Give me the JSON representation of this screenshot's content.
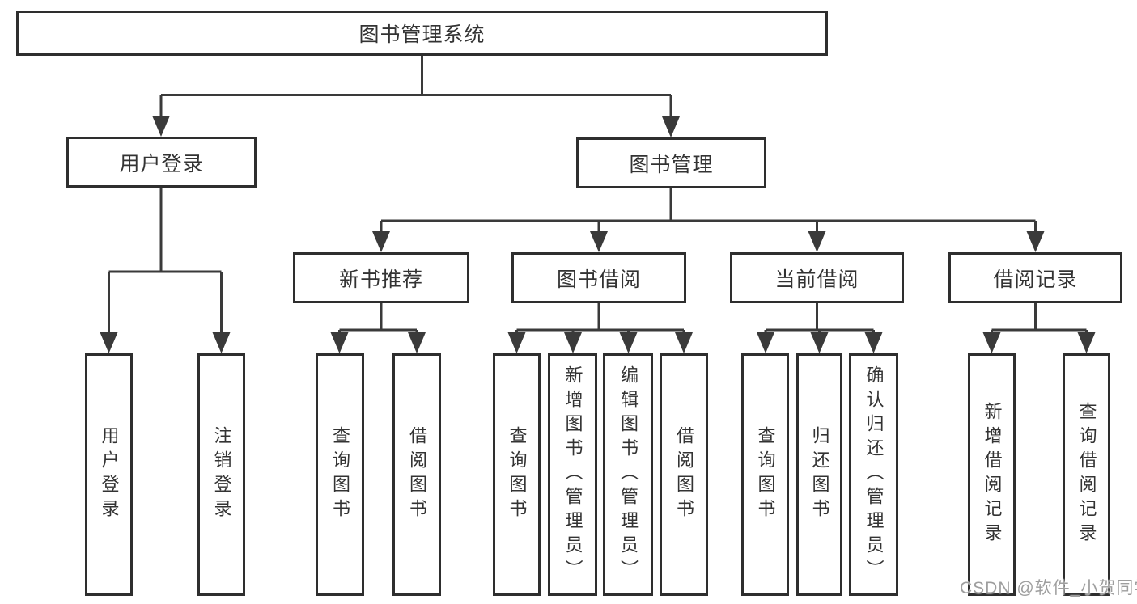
{
  "tree": {
    "root": {
      "label": "图书管理系统"
    },
    "branches": [
      {
        "label": "用户登录",
        "children": [
          {
            "label": "用户登录"
          },
          {
            "label": "注销登录"
          }
        ]
      },
      {
        "label": "图书管理",
        "children": [
          {
            "label": "新书推荐",
            "children": [
              {
                "label": "查询图书"
              },
              {
                "label": "借阅图书"
              }
            ]
          },
          {
            "label": "图书借阅",
            "children": [
              {
                "label": "查询图书"
              },
              {
                "label": "新增图书（管理员）"
              },
              {
                "label": "编辑图书（管理员）"
              },
              {
                "label": "借阅图书"
              }
            ]
          },
          {
            "label": "当前借阅",
            "children": [
              {
                "label": "查询图书"
              },
              {
                "label": "归还图书"
              },
              {
                "label": "确认归还（管理员）"
              }
            ]
          },
          {
            "label": "借阅记录",
            "children": [
              {
                "label": "新增借阅记录"
              },
              {
                "label": "查询借阅记录"
              }
            ]
          }
        ]
      }
    ]
  },
  "watermark": {
    "text": "CSDN @软件_小贺同学"
  },
  "colors": {
    "line": "#3a3a3a",
    "box_border": "#2e2e2e",
    "text": "#333333",
    "watermark": "#9e9e9e",
    "background": "#ffffff"
  }
}
